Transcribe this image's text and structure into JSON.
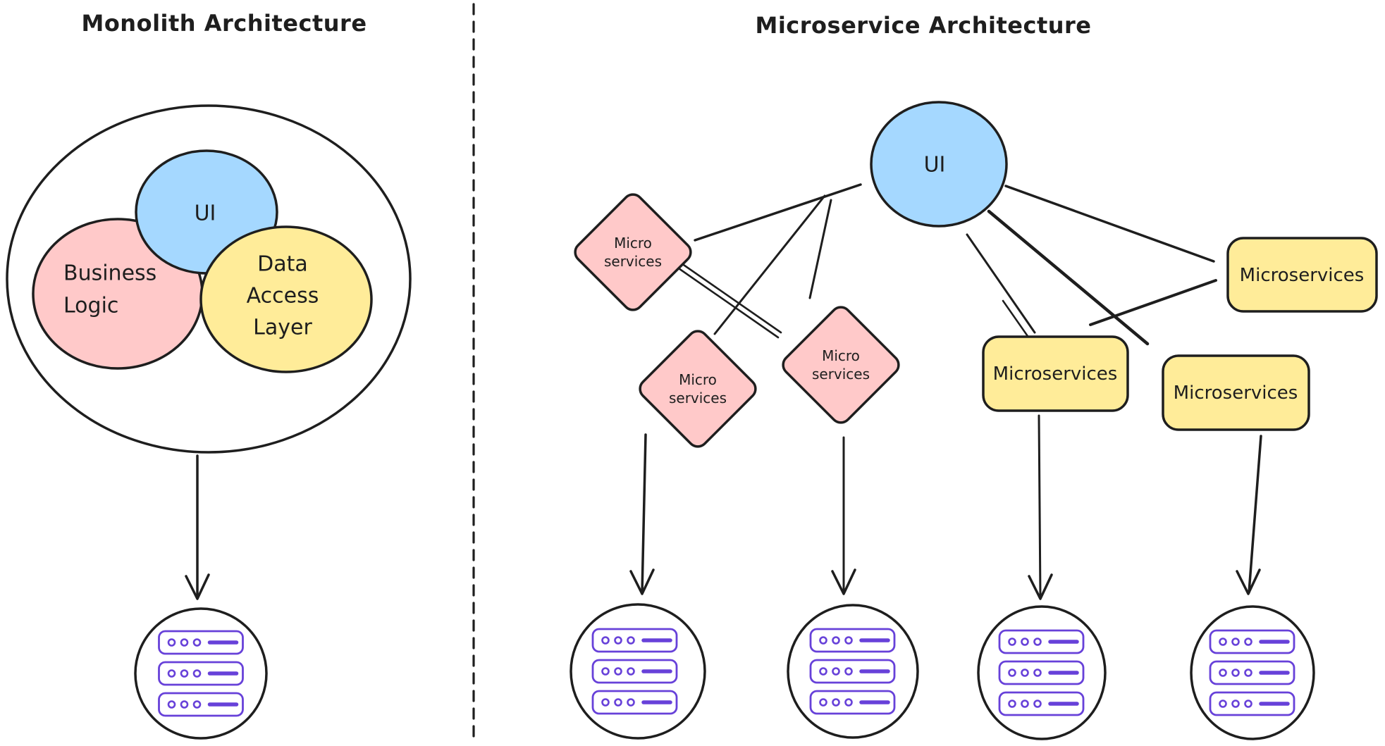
{
  "page": {
    "background": "#ffffff"
  },
  "colors": {
    "stroke": "#1e1e1e",
    "blue_fill": "#a5d8ff",
    "pink_fill": "#ffc9c9",
    "yellow_fill": "#ffec99",
    "server_purple": "#6741d9"
  },
  "icons": {
    "database": "server-stack-icon"
  },
  "monolith": {
    "title": "Monolith Architecture",
    "ui_circle": {
      "label": "UI"
    },
    "business_circle": {
      "lines": [
        "Business",
        "Logic"
      ]
    },
    "data_access_circle": {
      "lines": [
        "Data",
        "Access",
        "Layer"
      ]
    }
  },
  "microservice": {
    "title": "Microservice Architecture",
    "ui_circle": {
      "label": "UI"
    },
    "diamonds": [
      {
        "lines": [
          "Micro",
          "services"
        ]
      },
      {
        "lines": [
          "Micro",
          "services"
        ]
      },
      {
        "lines": [
          "Micro",
          "services"
        ]
      }
    ],
    "rects": [
      {
        "label": "Microservices"
      },
      {
        "label": "Microservices"
      },
      {
        "label": "Microservices"
      }
    ]
  }
}
